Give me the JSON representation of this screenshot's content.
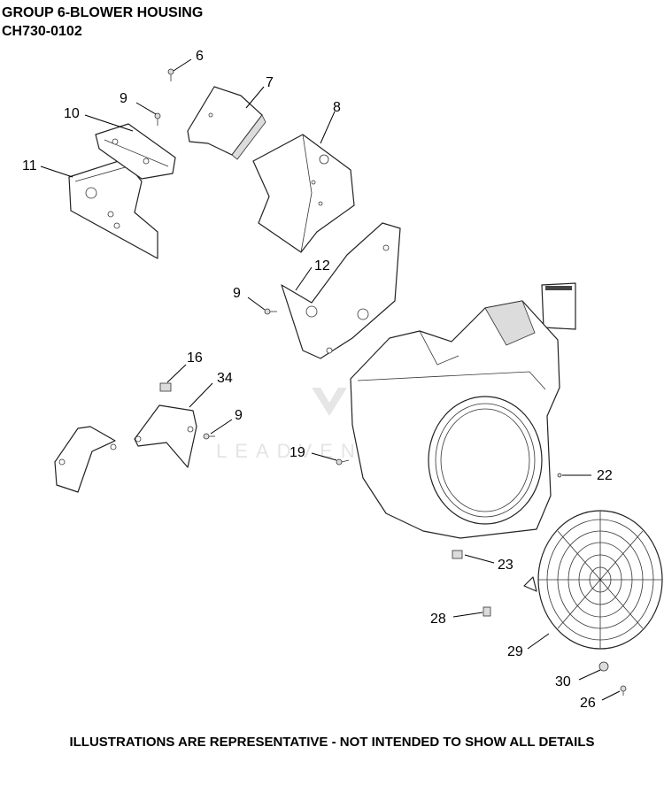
{
  "header": {
    "title": "GROUP 6-BLOWER HOUSING",
    "model": "CH730-0102"
  },
  "footer": {
    "disclaimer": "ILLUSTRATIONS ARE REPRESENTATIVE - NOT INTENDED TO SHOW ALL DETAILS"
  },
  "watermark": "LEADVENTURE",
  "callouts": {
    "c6": "6",
    "c7": "7",
    "c8": "8",
    "c9a": "9",
    "c10": "10",
    "c11": "11",
    "c12": "12",
    "c9b": "9",
    "c16": "16",
    "c34": "34",
    "c9c": "9",
    "c19": "19",
    "c22": "22",
    "c23": "23",
    "c28": "28",
    "c29": "29",
    "c30": "30",
    "c26": "26"
  }
}
